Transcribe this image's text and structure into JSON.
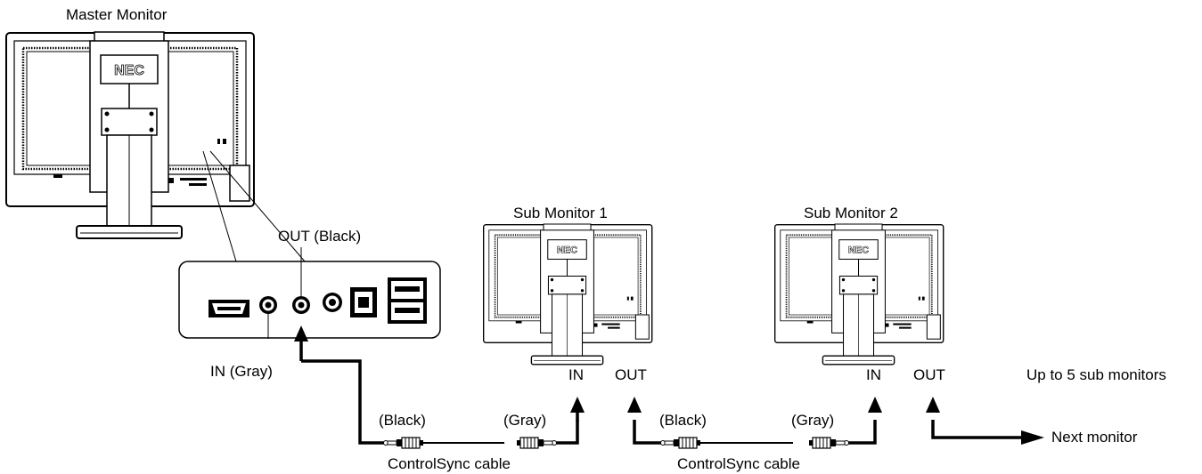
{
  "master": {
    "title": "Master Monitor",
    "brand": "NEC",
    "out_label": "OUT (Black)",
    "in_label": "IN (Gray)"
  },
  "sub_monitors": [
    {
      "title": "Sub Monitor 1",
      "brand": "NEC",
      "in_label": "IN",
      "out_label": "OUT"
    },
    {
      "title": "Sub Monitor 2",
      "brand": "NEC",
      "in_label": "IN",
      "out_label": "OUT"
    }
  ],
  "cables": [
    {
      "black_end": "(Black)",
      "gray_end": "(Gray)",
      "name": "ControlSync cable"
    },
    {
      "black_end": "(Black)",
      "gray_end": "(Gray)",
      "name": "ControlSync cable"
    }
  ],
  "notes": {
    "limit": "Up to 5 sub monitors",
    "next": "Next monitor"
  },
  "colors": {
    "line": "#000000",
    "monitor_fill": "#ffffff",
    "port_fill": "#111111"
  }
}
